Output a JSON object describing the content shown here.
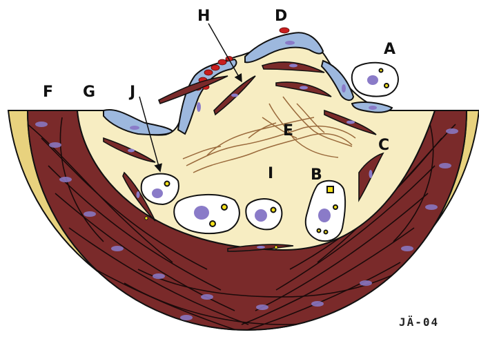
{
  "diagram": {
    "labels": {
      "A": "A",
      "B": "B",
      "C": "C",
      "D": "D",
      "E": "E",
      "F": "F",
      "G": "G",
      "H": "H",
      "I": "I",
      "J": "J"
    },
    "signature": "JÄ-04",
    "colors": {
      "adventitia": "#E8D27E",
      "media": "#7A2A2A",
      "media_lines": "#1A0A0A",
      "nucleus": "#8A7BC8",
      "intima": "#F7EDC2",
      "endothelium": "#9DB8DE",
      "platelets": "#C81E1E",
      "fibrin": "#9A6A3C",
      "foam_cell": "#FFFFFF",
      "lipid": "#F5E11A",
      "outline": "#111111"
    }
  }
}
